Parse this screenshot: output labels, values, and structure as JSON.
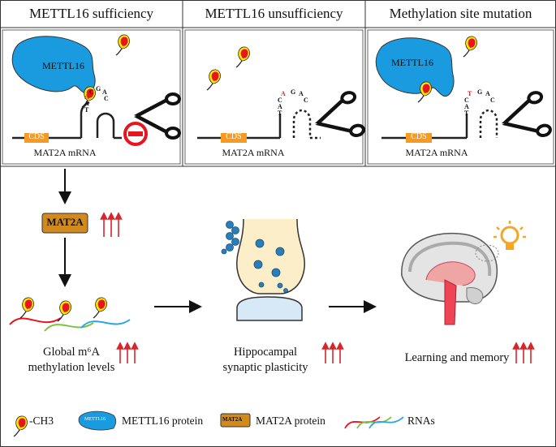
{
  "panels": [
    {
      "title": "METTL16 sufficiency",
      "mrna_label": "MAT2A mRNA",
      "cds_label": "CDS",
      "protein_label": "METTL16"
    },
    {
      "title": "METTL16 unsufficiency",
      "mrna_label": "MAT2A mRNA",
      "cds_label": "CDS"
    },
    {
      "title": "Methylation site mutation",
      "mrna_label": "MAT2A mRNA",
      "cds_label": "CDS",
      "protein_label": "METTL16"
    }
  ],
  "stem_loop_letters": {
    "panel1": [
      "A",
      "C",
      "G",
      "A",
      "C"
    ],
    "panel1_lower": [
      "A",
      "T"
    ],
    "panel2": [
      "A",
      "C",
      "G",
      "A",
      "C",
      "A",
      "T"
    ],
    "panel3": [
      "T",
      "C",
      "G",
      "A",
      "C",
      "A",
      "T"
    ]
  },
  "mat2a_box_label": "MAT2A",
  "outcomes": {
    "global": {
      "line1": "Global m⁶A",
      "line2": "methylation levels"
    },
    "hippocampal": {
      "line1": "Hippocampal",
      "line2": "synaptic plasticity"
    },
    "learning": {
      "line1": "Learning and memory"
    }
  },
  "legend": {
    "ch3": "-CH3",
    "mettl16": "METTL16 protein",
    "mettl16_icon_text": "METTL16",
    "mat2a": "MAT2A protein",
    "mat2a_icon_text": "MAT2A",
    "rnas": "RNAs"
  },
  "colors": {
    "protein_blue": "#1a9be0",
    "cds_orange": "#f59a23",
    "ch3_red": "#e8141e",
    "ch3_yellow": "#ffe600",
    "up_arrow_red": "#d8252b",
    "mutation_red": "#e0262d",
    "brain_pink": "#f0a5a5",
    "bulb_orange": "#f5a623",
    "rna_red": "#e8141e",
    "rna_green": "#7cc242",
    "rna_blue": "#2aa7df"
  }
}
